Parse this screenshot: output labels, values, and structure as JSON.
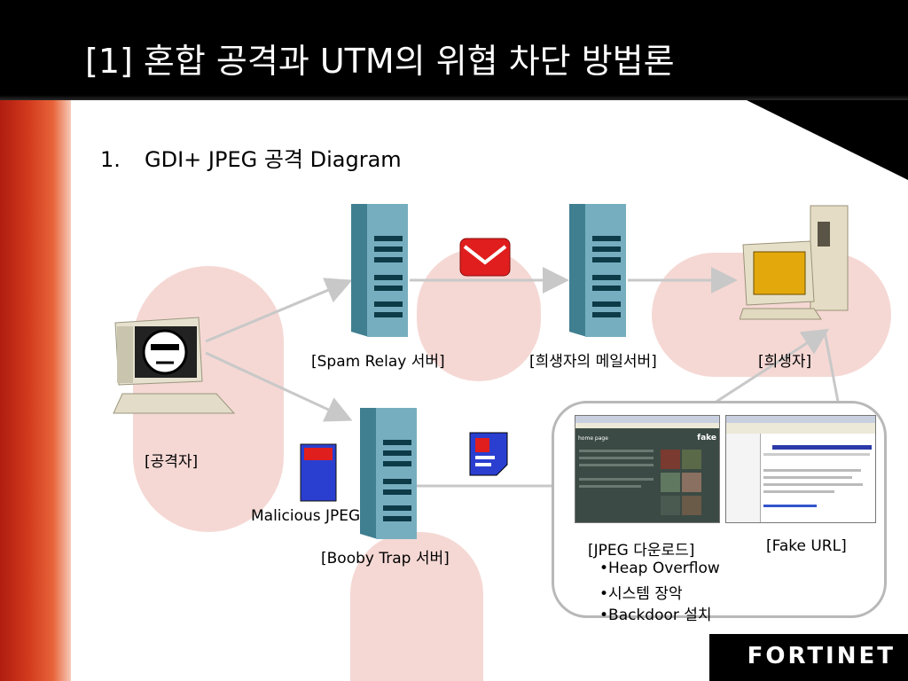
{
  "slide": {
    "title": "[1] 혼합 공격과 UTM의 위협 차단 방법론",
    "heading_number": "1.",
    "heading_text": "GDI+ JPEG 공격 Diagram"
  },
  "nodes": {
    "attacker": "[공격자]",
    "spam_relay": "[Spam Relay 서버]",
    "victim_mail": "[희생자의 메일서버]",
    "victim": "[희생자]",
    "booby_trap": "[Booby Trap 서버]",
    "malicious_jpeg": "Malicious JPEG",
    "jpeg_download": "[JPEG 다운로드]",
    "fake_url": "[Fake URL]"
  },
  "effects": [
    "•Heap Overflow",
    "•시스템 장악",
    "•Backdoor 설치"
  ],
  "screens": {
    "home_page_title": "home page",
    "fake_label": "fake"
  },
  "logo": "FORTINET",
  "colors": {
    "server": "#6fa6b6",
    "mail_icon": "#e02020",
    "accent_red": "#c8281a"
  }
}
